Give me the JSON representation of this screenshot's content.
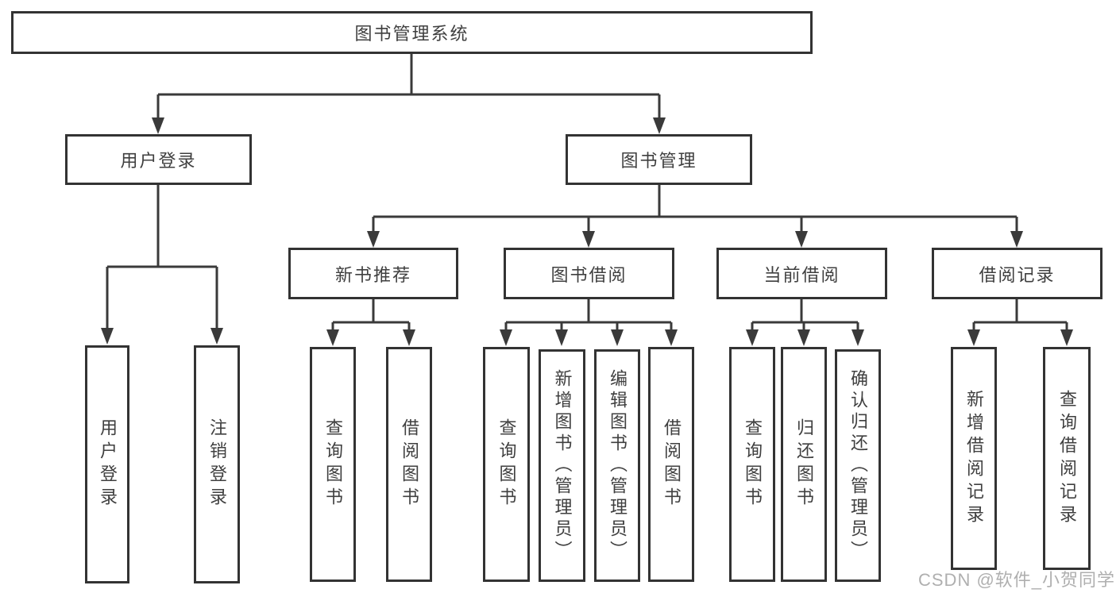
{
  "diagram": {
    "root": {
      "label": "图书管理系统"
    },
    "level2": [
      {
        "label": "用户登录",
        "children": [
          {
            "label": "用户登录"
          },
          {
            "label": "注销登录"
          }
        ]
      },
      {
        "label": "图书管理",
        "children": [
          {
            "label": "新书推荐",
            "children": [
              {
                "label": "查询图书"
              },
              {
                "label": "借阅图书"
              }
            ]
          },
          {
            "label": "图书借阅",
            "children": [
              {
                "label": "查询图书"
              },
              {
                "label": "新增图书（管理员）"
              },
              {
                "label": "编辑图书（管理员）"
              },
              {
                "label": "借阅图书"
              }
            ]
          },
          {
            "label": "当前借阅",
            "children": [
              {
                "label": "查询图书"
              },
              {
                "label": "归还图书"
              },
              {
                "label": "确认归还（管理员）"
              }
            ]
          },
          {
            "label": "借阅记录",
            "children": [
              {
                "label": "新增借阅记录"
              },
              {
                "label": "查询借阅记录"
              }
            ]
          }
        ]
      }
    ],
    "watermark": {
      "text": "CSDN @软件_小贺同学"
    },
    "colors": {
      "line": "#3a3a3a",
      "box_border": "#333333",
      "box_background": "#ffffff",
      "text": "#3f3f3f",
      "watermark": "#a8a8a8"
    }
  }
}
